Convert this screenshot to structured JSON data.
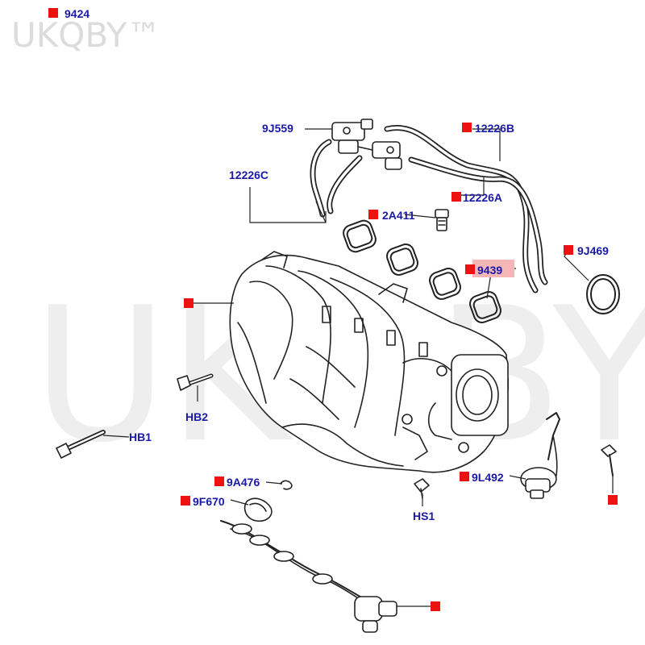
{
  "watermark": {
    "text": "UKQBY™",
    "color": "#d9d9d9"
  },
  "colors": {
    "label": "#1a1aa6",
    "marker": "#ee1111",
    "line": "#222222",
    "highlight": "#f4b6b6"
  },
  "callouts": {
    "c_9424": "9424",
    "c_9j559": "9J559",
    "c_12226b": "12226B",
    "c_12226c": "12226C",
    "c_12226a": "12226A",
    "c_2a411": "2A411",
    "c_9j469": "9J469",
    "c_9439": "9439",
    "c_hb2": "HB2",
    "c_hb1": "HB1",
    "c_9a476": "9A476",
    "c_9f670": "9F670",
    "c_hs1": "HS1",
    "c_9l492": "9L492"
  }
}
